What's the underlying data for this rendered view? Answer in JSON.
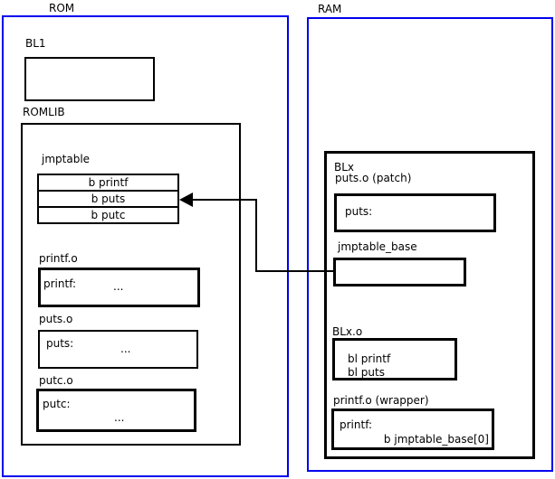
{
  "colors": {
    "frame_blue": "#0000ee",
    "line_black": "#000000",
    "background": "#ffffff"
  },
  "rom": {
    "label": "ROM",
    "bl1": {
      "label": "BL1"
    },
    "romlib": {
      "label": "ROMLIB",
      "jmptable": {
        "label": "jmptable",
        "rows": [
          "b printf",
          "b puts",
          "b putc"
        ]
      },
      "objects": [
        {
          "label": "printf.o",
          "symbol": "printf:",
          "body": "..."
        },
        {
          "label": "puts.o",
          "symbol": "puts:",
          "body": "..."
        },
        {
          "label": "putc.o",
          "symbol": "putc:",
          "body": "..."
        }
      ]
    }
  },
  "ram": {
    "label": "RAM",
    "blx": {
      "label": "BLx",
      "puts_patch": {
        "label": "puts.o (patch)",
        "symbol": "puts:"
      },
      "jmptable_base": {
        "label": "jmptable_base"
      },
      "blx_o": {
        "label": "BLx.o",
        "lines": [
          "bl printf",
          "bl puts"
        ]
      },
      "printf_wrapper": {
        "label": "printf.o (wrapper)",
        "symbol": "printf:",
        "code": "b jmptable_base[0]"
      }
    }
  },
  "arrow": {
    "from": "jmptable_base",
    "to": "b puts"
  }
}
